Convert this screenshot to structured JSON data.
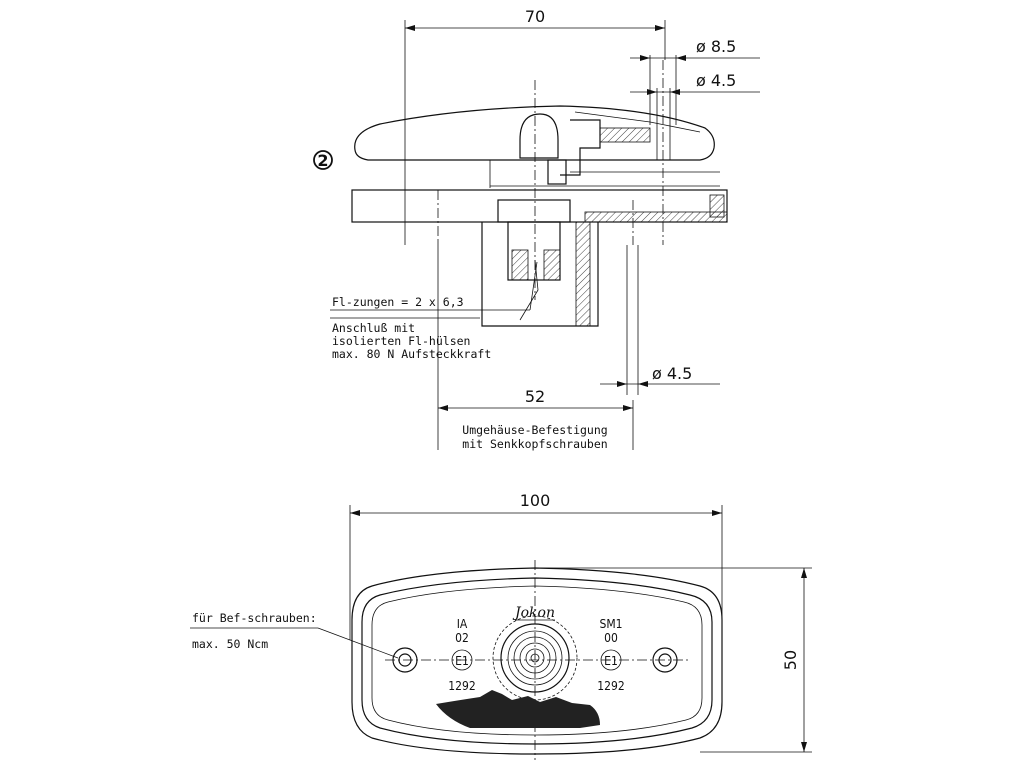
{
  "side_view": {
    "dim_width": "70",
    "dim_dia_outer": "ø 8.5",
    "dim_dia_inner": "ø 4.5",
    "dim_dia_bottom": "ø 4.5",
    "dim_mount": "52",
    "item_number": "2",
    "note_tabs": "Fl-zungen = 2 x 6,3",
    "note_conn_1": "Anschluß mit",
    "note_conn_2": "isolierten Fl-hülsen",
    "note_conn_3": "max. 80 N Aufsteckkraft",
    "note_mount_1": "Umgehäuse-Befestigung",
    "note_mount_2": "mit Senkkopfschrauben"
  },
  "top_view": {
    "dim_width": "100",
    "dim_height": "50",
    "note_screw_1": "für Bef-schrauben:",
    "note_screw_2": "max. 50 Ncm",
    "logo": "Jokon",
    "left_code_1": "IA",
    "left_code_2": "02",
    "left_mark": "E1",
    "left_number": "1292",
    "right_code_1": "SM1",
    "right_code_2": "00",
    "right_mark": "E1",
    "right_number": "1292"
  }
}
